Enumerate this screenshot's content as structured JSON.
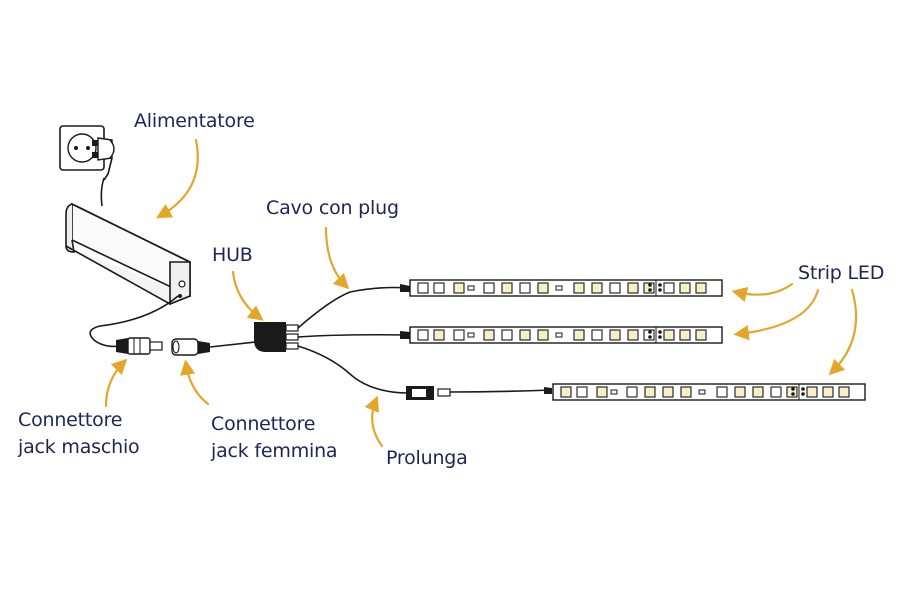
{
  "labels": {
    "alimentatore": "Alimentatore",
    "cavo_con_plug": "Cavo con plug",
    "hub": "HUB",
    "strip_led": "Strip LED",
    "connettore_maschio": [
      "Connettore",
      "jack maschio"
    ],
    "connettore_femmina": [
      "Connettore",
      "jack femmina"
    ],
    "prolunga": "Prolunga"
  },
  "colors": {
    "label_text": "#1e2556",
    "arrow": "#e3a629",
    "outline": "#1a1a1a",
    "led_warm": "#f7efc8",
    "led_off": "#ffffff",
    "strip_fill": "#ffffff",
    "adapter_body": "#f4f4f4"
  }
}
